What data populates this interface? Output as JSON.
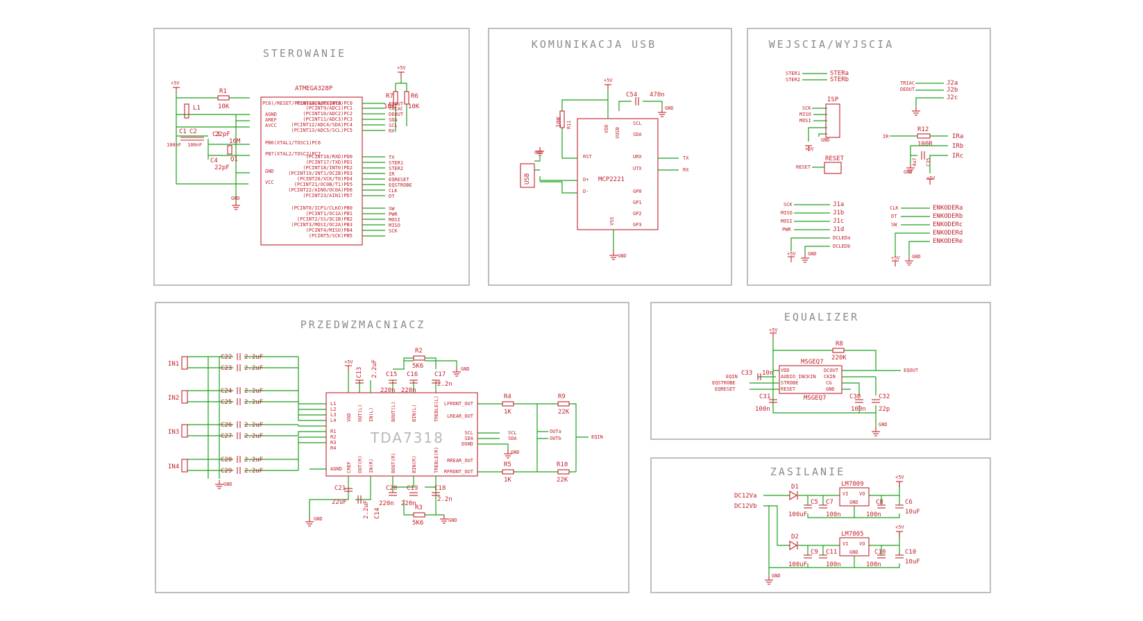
{
  "sections": {
    "sterowanie": "STEROWANIE",
    "usb": "KOMUNIKACJA USB",
    "io": "WEJSCIA/WYJSCIA",
    "preamp": "PRZEDWZMACNIACZ",
    "eq": "EQUALIZER",
    "power": "ZASILANIE"
  },
  "chips": {
    "atmega": "ATMEGA328P",
    "mcp": "MCP2221",
    "tda": "TDA7318",
    "msgeq": "MSGEQ7",
    "reg1": "LM7809",
    "reg2": "LM7805"
  },
  "atmega_left_pins": [
    "PC6(/RESET/PCINT14/ADC0)PC6"
  ],
  "atmega_pins": [
    "PC0(ADC0/PCINT8)PC0",
    "(PCINT9/ADC1)PC1",
    "(PCINT10/ADC2)PC2",
    "(PCINT11/ADC3)PC3",
    "(PCINT12/ADC4/SDA)PC4",
    "(PCINT13/ADC5/SCL)PC5",
    "(PCINT16/RXD)PD0",
    "(PCINT17/TXD)PD1",
    "(PCINT18/INT0)PD2",
    "(PCINT19/INT1/OC2B)PD3",
    "(PCINT20/XCK/T0)PD4",
    "(PCINT21/OC0B/T1)PD5",
    "(PCINT22/AIN0/OC0A)PD6",
    "(PCINT23/AIN1)PD7",
    "(PCINT0/ICP1/CLKO)PB0",
    "(PCINT1/OC1A)PB1",
    "(PCINT2/SS/OC1B)PB2",
    "(PCINT3/MOSI/OC2A)PB3",
    "(PCINT4/MISO)PB4",
    "(PCINT5/SCK)PB5"
  ],
  "atmega_left": [
    "AGND",
    "AREF",
    "AVCC",
    "PB6(XTAL1/TOSC1)PC6",
    "PB7(XTAL2/TOSC2)PC7",
    "GND",
    "VCC"
  ],
  "atmega_nets": [
    "RESET",
    "EQOUT",
    "TRIAC",
    "DEOUT",
    "SDA",
    "SCL",
    "RX",
    "TX",
    "STER1",
    "STER2",
    "IR",
    "EQRESET",
    "EQSTROBE",
    "CLK",
    "DT",
    "SW",
    "PWR",
    "MOSI",
    "MISO",
    "SCK"
  ],
  "sterowanie_parts": {
    "r1": "R1",
    "r1v": "10K",
    "l1": "L1",
    "c1": "C1",
    "c2": "C2",
    "c1v": "100nF",
    "c2v": "100nF",
    "c3": "C3",
    "c3v": "22pF",
    "c4": "C4",
    "c4v": "22pF",
    "q1": "Q1",
    "q1v": "16M",
    "r7": "R7",
    "r6": "R6",
    "r7v": "10K",
    "r6v": "10K",
    "vcc": "+5V",
    "gnd": "GND"
  },
  "mcp_pins": {
    "left": [
      "RST",
      "D+",
      "D-"
    ],
    "right": [
      "SCL",
      "SDA",
      "URX",
      "UTX",
      "GP0",
      "GP1",
      "GP2",
      "GP3"
    ],
    "top": [
      "VDD",
      "VUSB"
    ],
    "bottom": "VSS"
  },
  "usb_parts": {
    "c54": "C54",
    "c54v": "470n",
    "r11": "R11",
    "r11v": "10K",
    "usb": "USB",
    "tx": "TX",
    "rx": "RX",
    "vcc": "+5V",
    "gnd": "GND"
  },
  "io_labels": {
    "ster": [
      "STER1",
      "STER2"
    ],
    "stera": [
      "STERa",
      "STERb"
    ],
    "j2": [
      "TRIAC",
      "DEOUT"
    ],
    "j2p": [
      "J2a",
      "J2b",
      "J2c"
    ],
    "isp": "ISP",
    "isp_pins": [
      "SCK",
      "MISO",
      "MOSI"
    ],
    "reset": "RESET",
    "reset_net": "RESET",
    "r12": "R12",
    "r12v": "100R",
    "ir": "IR",
    "ira": [
      "IRa",
      "IRb",
      "IRc"
    ],
    "c35": "C35",
    "c35v": "4u7",
    "j1": [
      "SCK",
      "MISO",
      "MOSI",
      "PWR"
    ],
    "j1p": [
      "J1a",
      "J1b",
      "J1c",
      "J1d"
    ],
    "dclea": [
      "DCLEDa",
      "DCLEDb"
    ],
    "enc": [
      "CLK",
      "DT",
      "SW"
    ],
    "encp": [
      "ENKODERa",
      "ENKODERb",
      "ENKODERc",
      "ENKODERd",
      "ENKODERe"
    ],
    "vcc": "+5V",
    "gnd": "GND"
  },
  "preamp": {
    "inputs": [
      "IN1",
      "IN2",
      "IN3",
      "IN4"
    ],
    "caps": [
      "C22",
      "C23",
      "C24",
      "C25",
      "C26",
      "C27",
      "C28",
      "C29"
    ],
    "capv": "2.2uF",
    "tda_left": [
      "L1",
      "L2",
      "L3",
      "L4",
      "R1",
      "R2",
      "R3",
      "R4",
      "AGND"
    ],
    "tda_right": [
      "LFRONT_OUT",
      "LREAR_OUT",
      "SCL",
      "SDA",
      "DGND",
      "RREAR_OUT",
      "RFRONT_OUT"
    ],
    "tda_top": [
      "VDD",
      "OUT(L)",
      "IN(L)",
      "BOUT(L)",
      "BIN(L)",
      "TREBLE(L)"
    ],
    "tda_bottom": [
      "CREF",
      "OUT(R)",
      "IN(R)",
      "BOUT(R)",
      "BIN(R)",
      "TREBLE(R)"
    ],
    "r2": "R2",
    "r2v": "5K6",
    "r3": "R3",
    "r3v": "5K6",
    "c13": "C13",
    "c13v": "2.2uF",
    "c15": "C15",
    "c16": "C16",
    "c17": "C17",
    "cv220": "220n",
    "c17v": "2.2n",
    "c21": "C21",
    "c21v": "22uF",
    "c14": "C14",
    "c14v": "2.2uF",
    "c20": "C20",
    "c19": "C19",
    "c18": "C18",
    "c18v": "2.2n",
    "r4": "R4",
    "r4v": "1K",
    "r5": "R5",
    "r5v": "1K",
    "r9": "R9",
    "r9v": "22K",
    "r10": "R10",
    "r10v": "22K",
    "outa": "OUTa",
    "outb": "OUTb",
    "eqin": "EQIN",
    "scl": "SCL",
    "sda": "SDA",
    "vcc": "+5V",
    "gnd": "GND"
  },
  "eq": {
    "r8": "R8",
    "r8v": "220K",
    "c33": "C33",
    "c33v": "10n",
    "c31": "C31",
    "c31v": "100n",
    "c30": "C30",
    "c30v": "100n",
    "c32": "C32",
    "c32v": "22p",
    "left": [
      "VDD",
      "AUDIO_INCKIN",
      "STROBE",
      "RESET"
    ],
    "right": [
      "DCOUT",
      "CKIN",
      "CG",
      "GND"
    ],
    "nets": [
      "EQIN",
      "EQSTROBE",
      "EQRESET"
    ],
    "out": "EQOUT",
    "vcc": "+5V",
    "gnd": "GND"
  },
  "power": {
    "d1": "D1",
    "d2": "D2",
    "in1": "DC12Va",
    "in2": "DC12Vb",
    "c5": "C5",
    "c7": "C7",
    "c8": "C8",
    "c6": "C6",
    "c9": "C9",
    "c11": "C11",
    "c10c": "C10",
    "c10": "C10",
    "v100u": "100uF",
    "v100n": "100n",
    "v10u": "10uF",
    "vi": "VI",
    "vo": "VO",
    "gndpin": "GND",
    "vcc": "+5V",
    "gnd": "GND"
  }
}
